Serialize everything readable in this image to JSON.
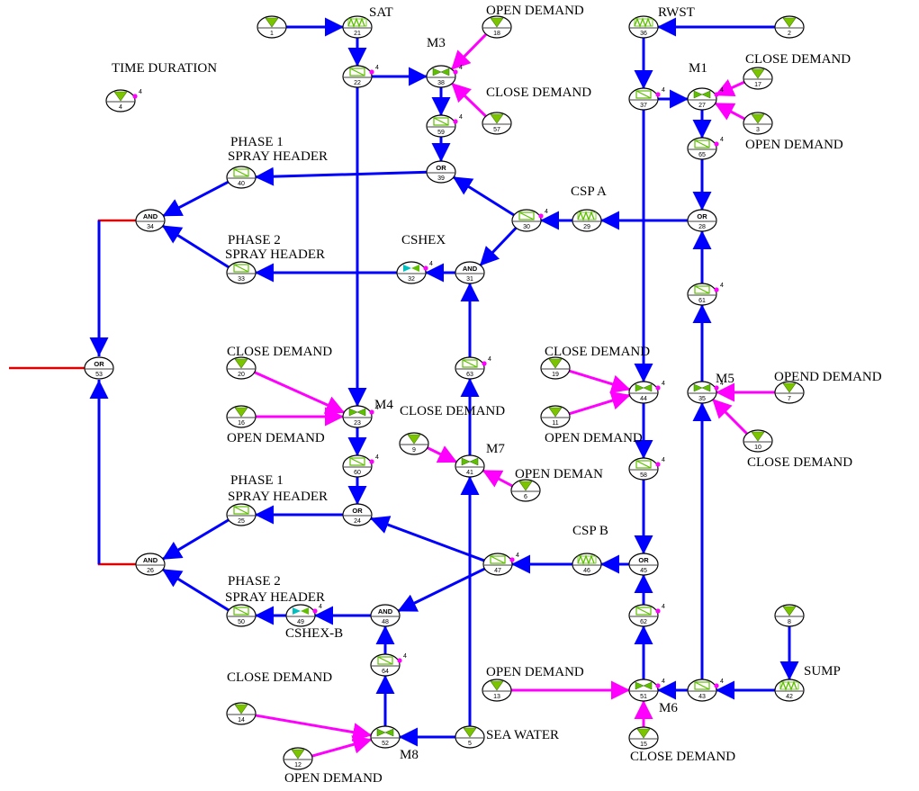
{
  "diagram": {
    "colors": {
      "background": "#ffffff",
      "flow_line": "#0000ff",
      "demand_line": "#ff00ff",
      "logic_line": "#e00000",
      "node_fill": "#ffffff",
      "node_stroke": "#000000",
      "basic_event_fill": "#7cc400",
      "component_green": "#5fbf00",
      "check_valve_cyan": "#00c0c0"
    },
    "labels": [
      {
        "id": "sat",
        "text": "SAT"
      },
      {
        "id": "rwst",
        "text": "RWST"
      },
      {
        "id": "time-duration",
        "text": "TIME DURATION"
      },
      {
        "id": "m3",
        "text": "M3"
      },
      {
        "id": "m1",
        "text": "M1"
      },
      {
        "id": "m3-open-demand",
        "text": "OPEN DEMAND"
      },
      {
        "id": "m3-close-demand",
        "text": "CLOSE DEMAND"
      },
      {
        "id": "m1-close-demand",
        "text": "CLOSE DEMAND"
      },
      {
        "id": "m1-open-demand",
        "text": "OPEN DEMAND"
      },
      {
        "id": "phase1-top-a",
        "text": "PHASE 1"
      },
      {
        "id": "phase1-top-b",
        "text": "SPRAY HEADER"
      },
      {
        "id": "phase2-top-a",
        "text": "PHASE 2"
      },
      {
        "id": "phase2-top-b",
        "text": "SPRAY HEADER"
      },
      {
        "id": "csp-a",
        "text": "CSP A"
      },
      {
        "id": "cshex",
        "text": "CSHEX"
      },
      {
        "id": "m4-close-demand",
        "text": "CLOSE DEMAND"
      },
      {
        "id": "m4",
        "text": "M4"
      },
      {
        "id": "m4-open-demand",
        "text": "OPEN DEMAND"
      },
      {
        "id": "m7-close-demand",
        "text": "CLOSE DEMAND"
      },
      {
        "id": "m7",
        "text": "M7"
      },
      {
        "id": "m7-open-demand",
        "text": "OPEN DEMAN"
      },
      {
        "id": "m2-close-demand",
        "text": "CLOSE DEMAND"
      },
      {
        "id": "m2-open-demand",
        "text": "OPEN DEMAND"
      },
      {
        "id": "m5",
        "text": "M5"
      },
      {
        "id": "m5-open-demand",
        "text": "OPEND DEMAND"
      },
      {
        "id": "m5-close-demand",
        "text": "CLOSE DEMAND"
      },
      {
        "id": "phase1-bot-a",
        "text": "PHASE 1"
      },
      {
        "id": "phase1-bot-b",
        "text": "SPRAY HEADER"
      },
      {
        "id": "phase2-bot-a",
        "text": "PHASE 2"
      },
      {
        "id": "phase2-bot-b",
        "text": "SPRAY HEADER"
      },
      {
        "id": "csp-b",
        "text": "CSP B"
      },
      {
        "id": "cshex-b",
        "text": "CSHEX-B"
      },
      {
        "id": "m8-close-demand",
        "text": "CLOSE DEMAND"
      },
      {
        "id": "m8",
        "text": "M8"
      },
      {
        "id": "m8-open-demand",
        "text": "OPEN DEMAND"
      },
      {
        "id": "sea-water",
        "text": "SEA WATER"
      },
      {
        "id": "m6-open-demand",
        "text": "OPEN DEMAND"
      },
      {
        "id": "m6",
        "text": "M6"
      },
      {
        "id": "m6-close-demand",
        "text": "CLOSE DEMAND"
      },
      {
        "id": "sump",
        "text": "SUMP"
      }
    ],
    "nodes": [
      {
        "id": "1",
        "type": "basic-event",
        "number": "1"
      },
      {
        "id": "2",
        "type": "basic-event",
        "number": "2"
      },
      {
        "id": "3",
        "type": "basic-event",
        "number": "3"
      },
      {
        "id": "4",
        "type": "basic-event",
        "number": "4"
      },
      {
        "id": "5",
        "type": "basic-event",
        "number": "5"
      },
      {
        "id": "6",
        "type": "basic-event",
        "number": "6"
      },
      {
        "id": "7",
        "type": "basic-event",
        "number": "7"
      },
      {
        "id": "8",
        "type": "basic-event",
        "number": "8"
      },
      {
        "id": "9",
        "type": "basic-event",
        "number": "9"
      },
      {
        "id": "10",
        "type": "basic-event",
        "number": "10"
      },
      {
        "id": "11",
        "type": "basic-event",
        "number": "11"
      },
      {
        "id": "12",
        "type": "basic-event",
        "number": "12"
      },
      {
        "id": "13",
        "type": "basic-event",
        "number": "13"
      },
      {
        "id": "14",
        "type": "basic-event",
        "number": "14"
      },
      {
        "id": "15",
        "type": "basic-event",
        "number": "15"
      },
      {
        "id": "16",
        "type": "basic-event",
        "number": "16"
      },
      {
        "id": "17",
        "type": "basic-event",
        "number": "17"
      },
      {
        "id": "18",
        "type": "basic-event",
        "number": "18"
      },
      {
        "id": "19",
        "type": "basic-event",
        "number": "19"
      },
      {
        "id": "20",
        "type": "basic-event",
        "number": "20"
      },
      {
        "id": "21",
        "type": "tank",
        "number": "21"
      },
      {
        "id": "22",
        "type": "pipe",
        "number": "22"
      },
      {
        "id": "23",
        "type": "valve",
        "number": "23"
      },
      {
        "id": "24",
        "type": "or",
        "number": "24",
        "gate": "OR"
      },
      {
        "id": "25",
        "type": "nozzle",
        "number": "25"
      },
      {
        "id": "26",
        "type": "and",
        "number": "26",
        "gate": "AND"
      },
      {
        "id": "27",
        "type": "valve",
        "number": "27"
      },
      {
        "id": "28",
        "type": "or",
        "number": "28",
        "gate": "OR"
      },
      {
        "id": "29",
        "type": "tank",
        "number": "29"
      },
      {
        "id": "30",
        "type": "pipe",
        "number": "30"
      },
      {
        "id": "31",
        "type": "and",
        "number": "31",
        "gate": "AND"
      },
      {
        "id": "32",
        "type": "check-valve",
        "number": "32"
      },
      {
        "id": "33",
        "type": "nozzle",
        "number": "33"
      },
      {
        "id": "34",
        "type": "and",
        "number": "34",
        "gate": "AND"
      },
      {
        "id": "35",
        "type": "valve",
        "number": "35"
      },
      {
        "id": "36",
        "type": "tank",
        "number": "36"
      },
      {
        "id": "37",
        "type": "pipe",
        "number": "37"
      },
      {
        "id": "38",
        "type": "valve",
        "number": "38"
      },
      {
        "id": "39",
        "type": "or",
        "number": "39",
        "gate": "OR"
      },
      {
        "id": "40",
        "type": "nozzle",
        "number": "40"
      },
      {
        "id": "41",
        "type": "valve",
        "number": "41"
      },
      {
        "id": "42",
        "type": "tank",
        "number": "42"
      },
      {
        "id": "43",
        "type": "pipe",
        "number": "43"
      },
      {
        "id": "44",
        "type": "valve",
        "number": "44"
      },
      {
        "id": "45",
        "type": "or",
        "number": "45",
        "gate": "OR"
      },
      {
        "id": "46",
        "type": "tank",
        "number": "46"
      },
      {
        "id": "47",
        "type": "pipe",
        "number": "47"
      },
      {
        "id": "48",
        "type": "and",
        "number": "48",
        "gate": "AND"
      },
      {
        "id": "49",
        "type": "check-valve",
        "number": "49"
      },
      {
        "id": "50",
        "type": "nozzle",
        "number": "50"
      },
      {
        "id": "51",
        "type": "valve",
        "number": "51"
      },
      {
        "id": "52",
        "type": "valve",
        "number": "52"
      },
      {
        "id": "53",
        "type": "or",
        "number": "53",
        "gate": "OR"
      },
      {
        "id": "57",
        "type": "basic-event",
        "number": "57"
      },
      {
        "id": "58",
        "type": "pipe",
        "number": "58"
      },
      {
        "id": "59",
        "type": "pipe",
        "number": "59"
      },
      {
        "id": "60",
        "type": "pipe",
        "number": "60"
      },
      {
        "id": "61",
        "type": "pipe",
        "number": "61"
      },
      {
        "id": "62",
        "type": "pipe",
        "number": "62"
      },
      {
        "id": "63",
        "type": "pipe",
        "number": "63"
      },
      {
        "id": "64",
        "type": "pipe",
        "number": "64"
      },
      {
        "id": "65",
        "type": "pipe",
        "number": "65"
      }
    ],
    "port_marker_text": "4",
    "port_nodes": [
      "4",
      "22",
      "38",
      "59",
      "27",
      "37",
      "65",
      "30",
      "32",
      "61",
      "63",
      "35",
      "44",
      "23",
      "60",
      "58",
      "47",
      "49",
      "62",
      "64",
      "43",
      "51"
    ]
  }
}
